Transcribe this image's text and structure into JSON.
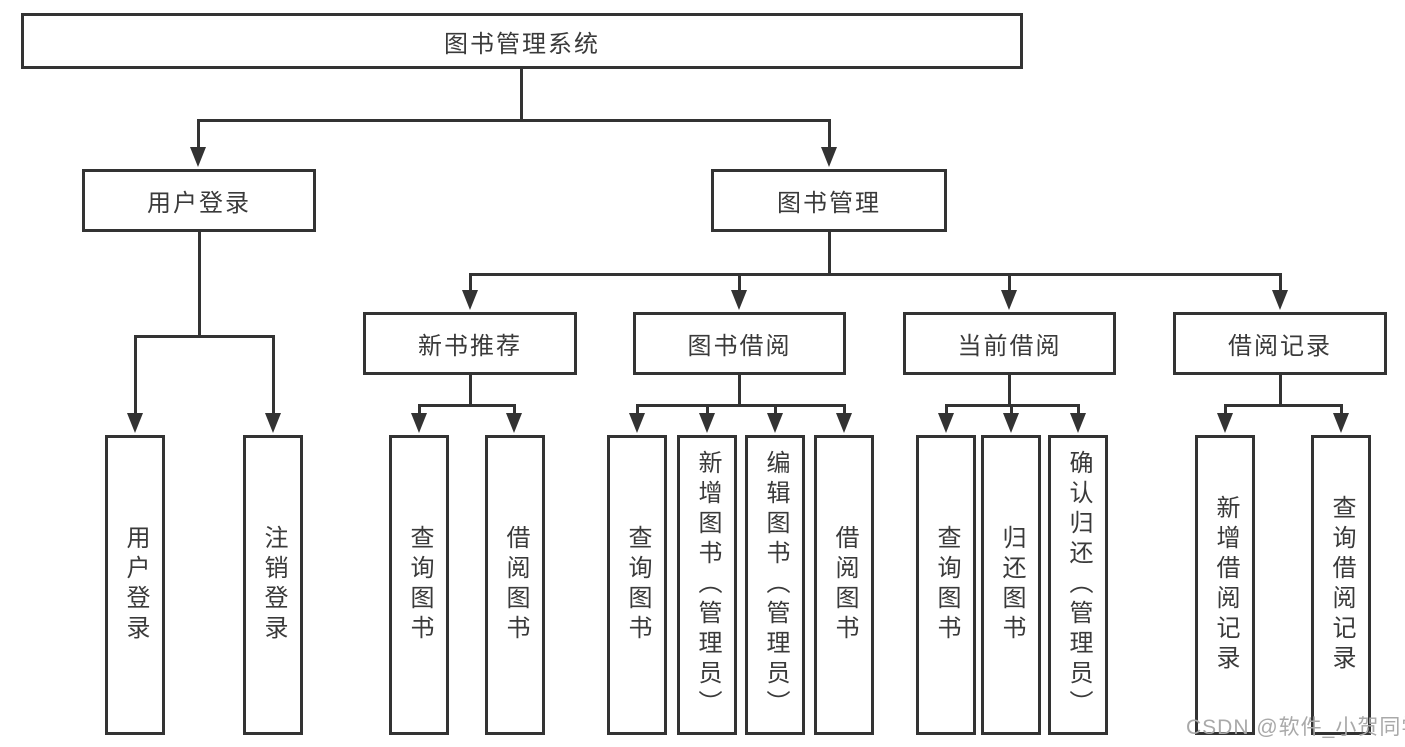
{
  "diagram": {
    "root": {
      "label": "图书管理系统"
    },
    "level2": {
      "user_login": {
        "label": "用户登录"
      },
      "book_management": {
        "label": "图书管理"
      }
    },
    "level3": {
      "new_book_recommendation": {
        "label": "新书推荐"
      },
      "book_borrowing": {
        "label": "图书借阅"
      },
      "current_borrowing": {
        "label": "当前借阅"
      },
      "borrowing_records": {
        "label": "借阅记录"
      }
    },
    "leaves": {
      "user_login": [
        "用户登录",
        "注销登录"
      ],
      "new_book_recommendation": [
        "查询图书",
        "借阅图书"
      ],
      "book_borrowing": [
        "查询图书",
        "新增图书（管理员）",
        "编辑图书（管理员）",
        "借阅图书"
      ],
      "current_borrowing": [
        "查询图书",
        "归还图书",
        "确认归还（管理员）"
      ],
      "borrowing_records": [
        "新增借阅记录",
        "查询借阅记录"
      ]
    }
  },
  "watermark": "CSDN @软件_小贺同学",
  "colors": {
    "line": "#333333",
    "text": "#3a3a3a",
    "watermark": "#a9a9a9",
    "background": "#ffffff"
  }
}
